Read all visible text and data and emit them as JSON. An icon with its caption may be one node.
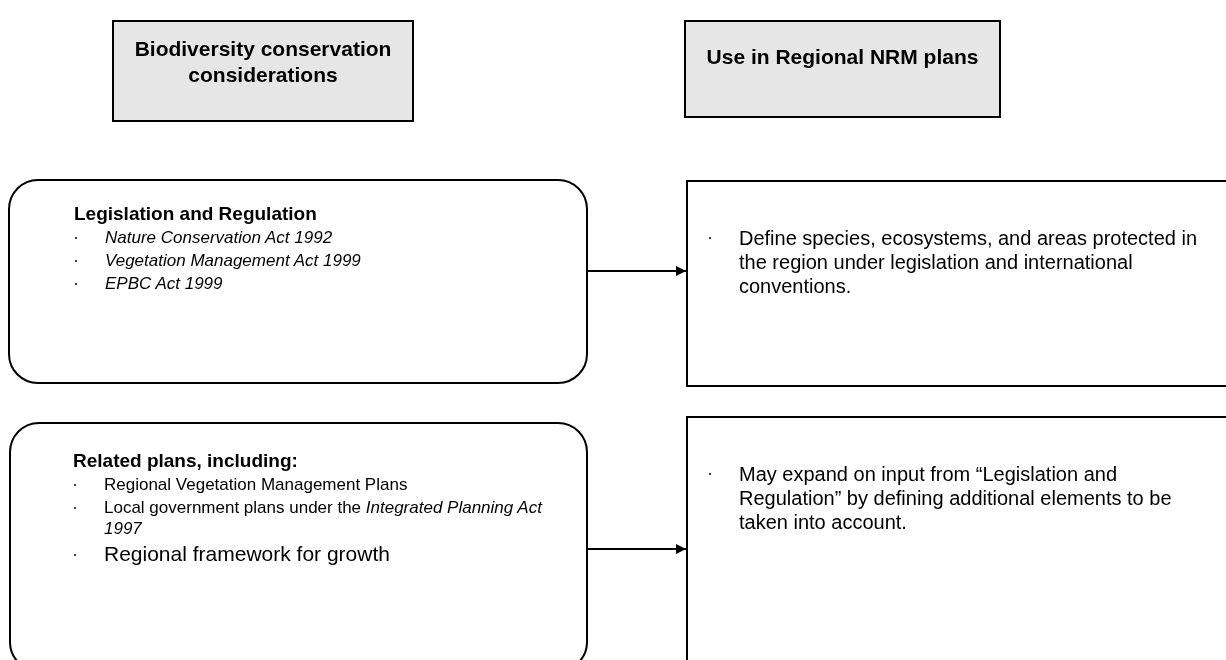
{
  "diagram": {
    "nodes": [
      {
        "text": [
          "Biodiversity conservation considerations"
        ]
      },
      {
        "text": [
          "Use in Regional NRM plans"
        ]
      },
      {
        "text": [
          "Legislation and Regulation",
          "Nature Conservation Act 1992",
          "Vegetation Management Act 1999",
          "EPBC Act 1999"
        ]
      },
      {
        "text": [
          "Related plans, including:",
          "Regional Vegetation Management Plans",
          "Local government plans under the *Integrated Planning Act 1997*",
          "Regional framework for growth"
        ]
      },
      {
        "text": [
          "Define species, ecosystems, and areas protected in the region under legislation and international conventions."
        ]
      },
      {
        "text": [
          "May expand on input from “Legislation and Regulation” by defining additional elements to be taken into account."
        ]
      }
    ],
    "edges": [
      {
        "from": 2,
        "to": 4,
        "arrow": "to"
      },
      {
        "from": 3,
        "to": 5,
        "arrow": "to"
      }
    ]
  }
}
